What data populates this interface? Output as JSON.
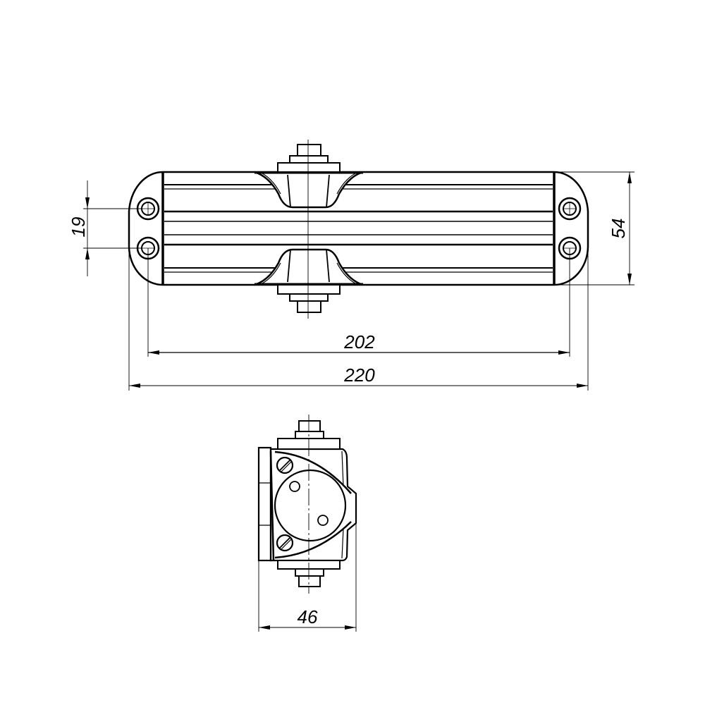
{
  "drawing": {
    "subject": "Door closer technical drawing",
    "views": [
      {
        "name": "top-view"
      },
      {
        "name": "side-view"
      }
    ],
    "dimensions": {
      "hole_spacing": "19",
      "height": "54",
      "hole_center_distance": "202",
      "overall_length": "220",
      "depth": "46"
    },
    "colors": {
      "line": "#000000",
      "background": "#ffffff"
    }
  }
}
